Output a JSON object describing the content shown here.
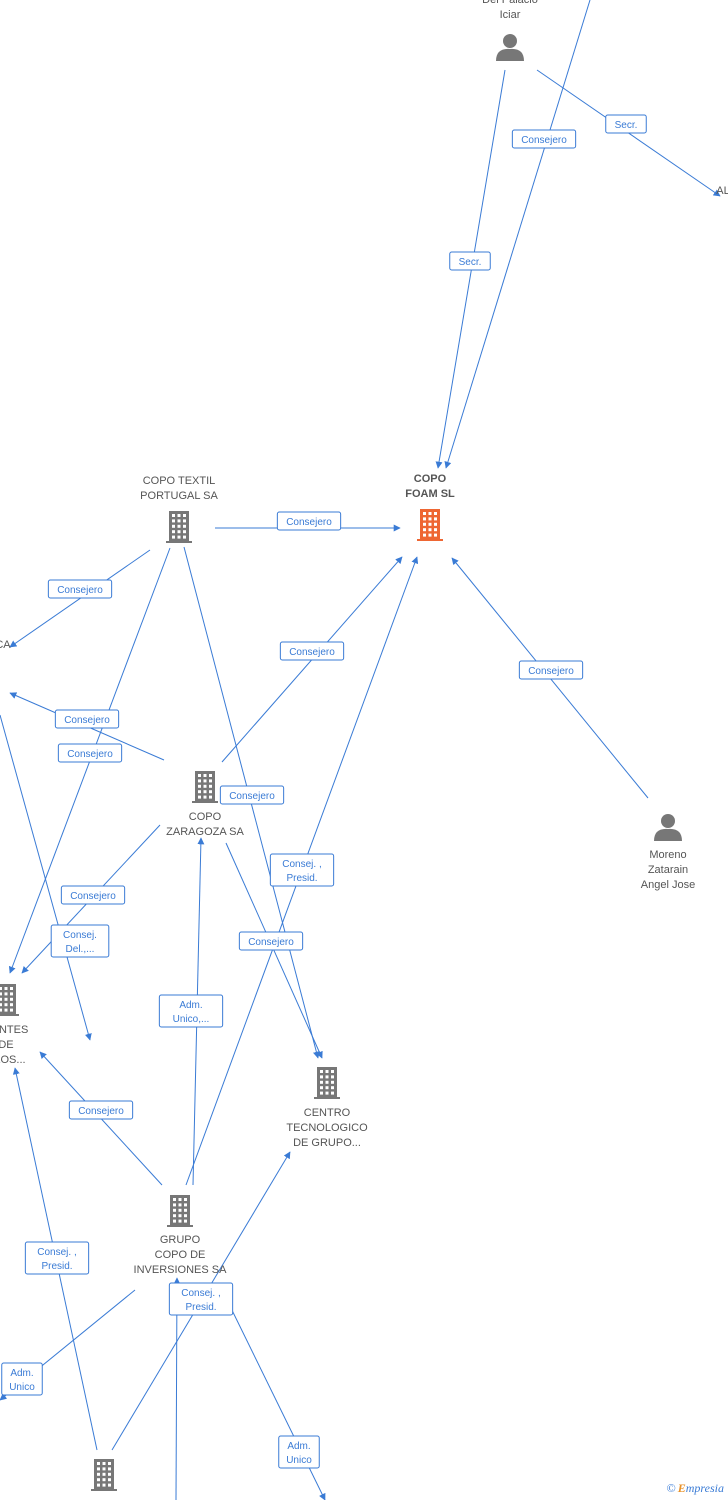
{
  "colors": {
    "edge": "#3a7bd5",
    "building": "#777777",
    "focus": "#ee6633",
    "person": "#777777"
  },
  "nodes": [
    {
      "id": "iciar",
      "type": "person",
      "lines": [
        "Del Palacio",
        "Iciar"
      ]
    },
    {
      "id": "copofoam",
      "type": "company",
      "focus": true,
      "lines": [
        "COPO",
        "FOAM SL"
      ]
    },
    {
      "id": "textil",
      "type": "company",
      "lines": [
        "COPO TEXTIL",
        "PORTUGAL SA"
      ]
    },
    {
      "id": "zaragoza",
      "type": "company",
      "lines": [
        "COPO",
        "ZARAGOZA SA"
      ]
    },
    {
      "id": "moreno",
      "type": "person",
      "lines": [
        "Moreno",
        "Zatarain",
        "Angel Jose"
      ]
    },
    {
      "id": "componentes",
      "type": "company",
      "lines": [
        "NENTES",
        "DE",
        "ULOS..."
      ]
    },
    {
      "id": "centro",
      "type": "company",
      "lines": [
        "CENTRO",
        "TECNOLOGICO",
        "DE GRUPO..."
      ]
    },
    {
      "id": "grupo",
      "type": "company",
      "lines": [
        "GRUPO",
        "COPO DE",
        "INVERSIONES SA"
      ]
    },
    {
      "id": "bottom",
      "type": "company",
      "lines": []
    },
    {
      "id": "leftca",
      "type": "text",
      "lines": [
        "CA"
      ]
    },
    {
      "id": "rightal",
      "type": "text",
      "lines": [
        "AL"
      ]
    }
  ],
  "badges": [
    {
      "id": "b1",
      "lines": [
        "Secr."
      ]
    },
    {
      "id": "b2",
      "lines": [
        "Consejero"
      ]
    },
    {
      "id": "b3",
      "lines": [
        "Secr."
      ]
    },
    {
      "id": "b4",
      "lines": [
        "Consejero"
      ]
    },
    {
      "id": "b5",
      "lines": [
        "Consejero"
      ]
    },
    {
      "id": "b6",
      "lines": [
        "Consejero"
      ]
    },
    {
      "id": "b7",
      "lines": [
        "Consejero"
      ]
    },
    {
      "id": "b8",
      "lines": [
        "Consejero"
      ]
    },
    {
      "id": "b9",
      "lines": [
        "Consejero"
      ]
    },
    {
      "id": "b10",
      "lines": [
        "Consejero"
      ]
    },
    {
      "id": "b11",
      "lines": [
        "Consej. ,",
        "Presid."
      ]
    },
    {
      "id": "b12",
      "lines": [
        "Consejero"
      ]
    },
    {
      "id": "b13",
      "lines": [
        "Consej.",
        "Del.,..."
      ]
    },
    {
      "id": "b14",
      "lines": [
        "Consejero"
      ]
    },
    {
      "id": "b15",
      "lines": [
        "Adm.",
        "Unico,..."
      ]
    },
    {
      "id": "b16",
      "lines": [
        "Consejero"
      ]
    },
    {
      "id": "b17",
      "lines": [
        "Consej. ,",
        "Presid."
      ]
    },
    {
      "id": "b18",
      "lines": [
        "Consej. ,",
        "Presid."
      ]
    },
    {
      "id": "b19",
      "lines": [
        "Adm.",
        "Unico"
      ]
    },
    {
      "id": "b20",
      "lines": [
        "Adm.",
        "Unico"
      ]
    }
  ],
  "watermark": {
    "symbol": "©",
    "first": "E",
    "rest": "mpresia"
  }
}
